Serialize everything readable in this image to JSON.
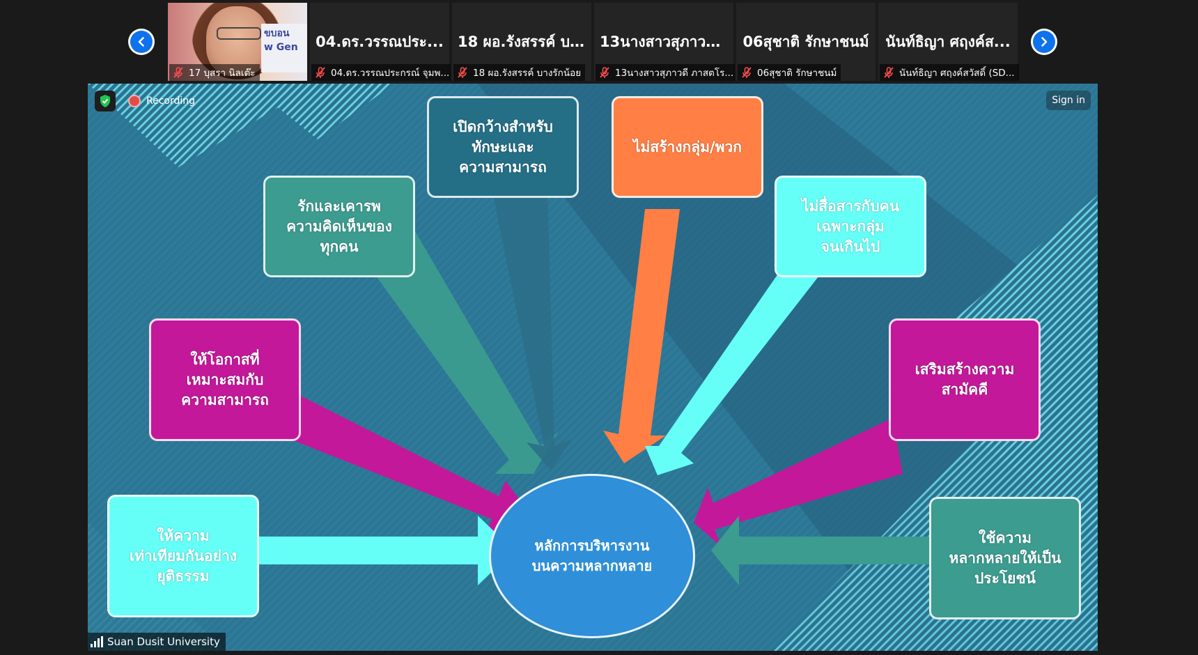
{
  "nav": {
    "prev_label": "Previous participants page",
    "next_label": "Next participants page"
  },
  "participants": [
    {
      "display_name": "",
      "label": "17 บุสรา นิลเต๊ะ",
      "muted": true,
      "has_video": true
    },
    {
      "display_name": "04.ดร.วรรณประ...",
      "label": "04.ดร.วรรณประกรณ์ จุมพ...",
      "muted": true,
      "has_video": false
    },
    {
      "display_name": "18 ผอ.รังสรรค์ บ...",
      "label": "18 ผอ.รังสรรค์ บางรักน้อย",
      "muted": true,
      "has_video": false
    },
    {
      "display_name": "13นางสาวสุภาวดี...",
      "label": "13นางสาวสุภาวดี ภาสตโร...",
      "muted": true,
      "has_video": false
    },
    {
      "display_name": "06สุชาติ รักษาชนม์",
      "label": "06สุชาติ รักษาชนม์",
      "muted": true,
      "has_video": false
    },
    {
      "display_name": "นันท์ธิญา ศฤงค์ส...",
      "label": "นันท์ธิญา ศฤงค์สวัสดิ์ (SD...",
      "muted": true,
      "has_video": false
    }
  ],
  "video_banner": "ขบอน\nw Gen",
  "meeting": {
    "recording_label": "Recording",
    "sign_in_label": "Sign in",
    "host_name": "Suan Dusit University"
  },
  "slide": {
    "colors": {
      "background": "#2a7393",
      "teal": "#3b9c8f",
      "dark_teal": "#246f86",
      "orange": "#ff7f45",
      "cyan": "#66fff7",
      "magenta": "#c4189a",
      "blue": "#2f8fd8"
    },
    "center": "หลักการบริหารงาน\nบนความหลากหลาย",
    "boxes": {
      "top_center": "เปิดกว้างสำหรับ\nทักษะและ\nความสามารถ",
      "top_orange": "ไม่สร้างกลุ่ม/พวก",
      "left_teal": "รักและเคารพ\nความคิดเห็นของ\nทุกคน",
      "right_cyan": "ไม่สื่อสารกับคน\nเฉพาะกลุ่ม\nจนเกินไป",
      "left_magenta": "ให้โอกาสที่\nเหมาะสมกับ\nความสามารถ",
      "right_magenta": "เสริมสร้างความ\nสามัคคี",
      "bottom_left_cyan": "ให้ความ\nเท่าเทียมกันอย่าง\nยุติธรรม",
      "bottom_right_teal": "ใช้ความ\nหลากหลายให้เป็น\nประโยชน์"
    }
  }
}
